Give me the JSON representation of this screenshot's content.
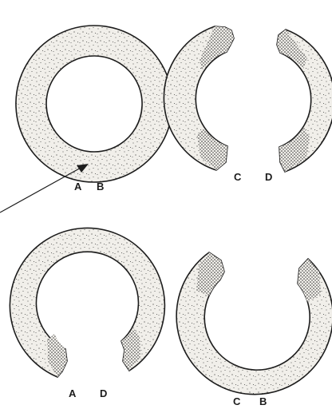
{
  "labels": {
    "ring_full": [
      "A",
      "B"
    ],
    "split_pair": [
      "C",
      "D"
    ],
    "open_ring_left": [
      "A",
      "D"
    ],
    "open_ring_right": [
      "C",
      "B"
    ]
  },
  "colors": {
    "paper": "#ffffff",
    "ink": "#1c1c1c",
    "fill": "#f1efea",
    "stipple": "#3a3a3a"
  }
}
